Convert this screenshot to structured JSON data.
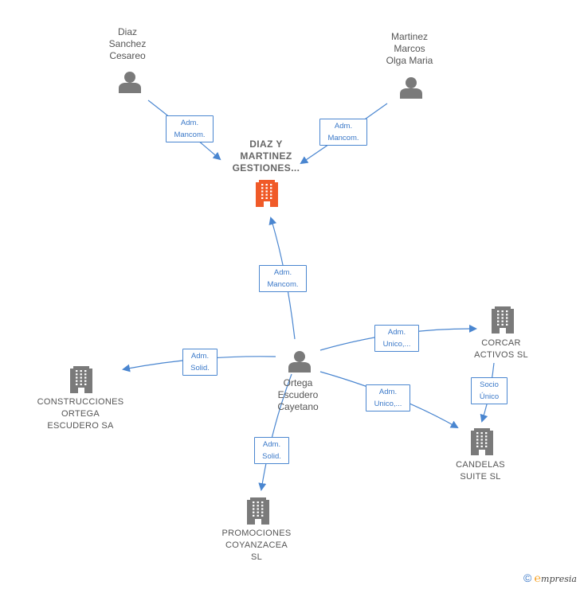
{
  "nodes": {
    "diaz_sanchez": {
      "label": "Diaz\nSanchez\nCesareo",
      "icon": "person-icon"
    },
    "martinez_marcos": {
      "label": "Martinez\nMarcos\nOlga Maria",
      "icon": "person-icon"
    },
    "diaz_martinez": {
      "label": "DIAZ Y\nMARTINEZ\nGESTIONES...",
      "icon": "building-icon",
      "color": "#f05a28"
    },
    "ortega": {
      "label": "Ortega\nEscudero\nCayetano",
      "icon": "person-icon"
    },
    "construcciones": {
      "label": "CONSTRUCCIONES\nORTEGA\nESCUDERO SA",
      "icon": "building-icon"
    },
    "corcar": {
      "label": "CORCAR\nACTIVOS  SL",
      "icon": "building-icon"
    },
    "candelas": {
      "label": "CANDELAS\nSUITE  SL",
      "icon": "building-icon"
    },
    "promociones": {
      "label": "PROMOCIONES\nCOYANZACEA\nSL",
      "icon": "building-icon"
    }
  },
  "edges": {
    "e1": "Adm.\nMancom.",
    "e2": "Adm.\nMancom.",
    "e3": "Adm.\nMancom.",
    "e4": "Adm.\nSolid.",
    "e5": "Adm.\nUnico,...",
    "e6": "Adm.\nUnico,...",
    "e7": "Socio\nÚnico",
    "e8": "Adm.\nSolid."
  },
  "colors": {
    "edge": "#4a86d0",
    "node": "#7a7a7a",
    "focus": "#f05a28"
  },
  "footer": {
    "copyright": "©",
    "brand_e": "℮",
    "brand_rest": "mpresia"
  }
}
